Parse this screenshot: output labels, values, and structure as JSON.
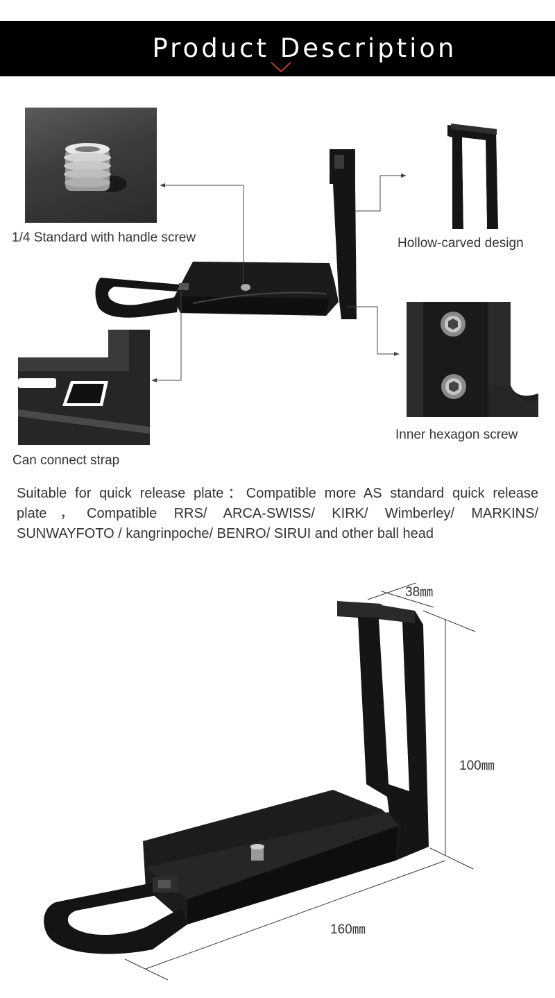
{
  "header": {
    "title": "Product Description"
  },
  "features": {
    "screw_caption": "1/4 Standard with handle screw",
    "hollow_caption": "Hollow-carved design",
    "hexagon_caption": "Inner hexagon screw",
    "strap_caption": "Can connect strap"
  },
  "description": {
    "text": "Suitable for quick release plate：Compatible more AS standard quick release plate，Compatible RRS/ ARCA-SWISS/ KIRK/ Wimberley/ MARKINS/ SUNWAYFOTO / kangrinpoche/ BENRO/ SIRUI and other ball head"
  },
  "dimensions": {
    "width_label": "38㎜",
    "height_label": "100㎜",
    "length_label": "160㎜"
  },
  "colors": {
    "banner": "#000000",
    "banner_text": "#ffffff",
    "accent_arrow": "#c0392b",
    "metal": "#141414"
  }
}
